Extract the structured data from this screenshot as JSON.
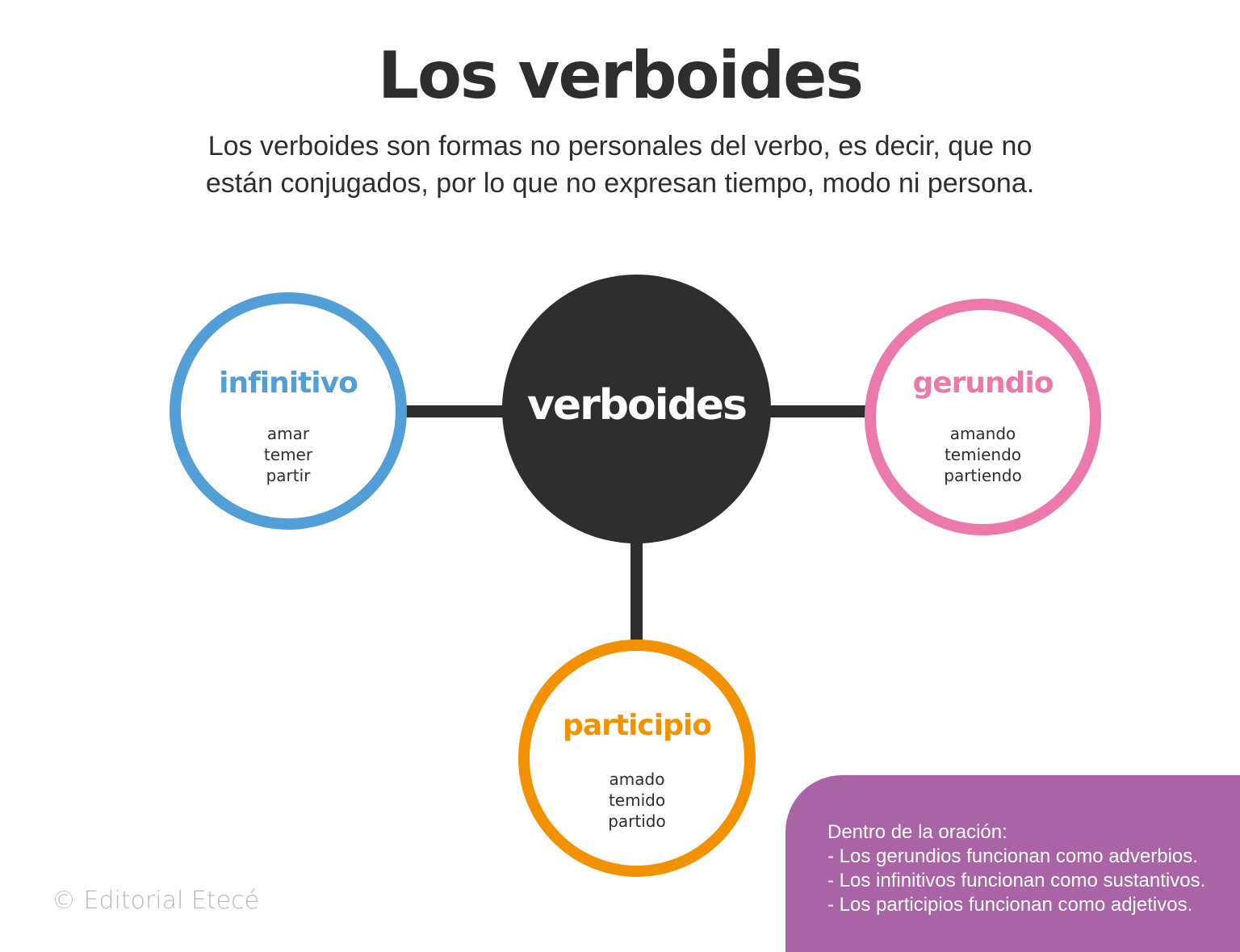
{
  "header": {
    "title": "Los verboides",
    "subtitle_line1": "Los verboides son formas no personales del verbo, es decir, que no",
    "subtitle_line2": "están conjugados, por lo que no expresan tiempo, modo ni persona."
  },
  "center": {
    "label": "verboides",
    "color": "#2e2e2e"
  },
  "nodes": {
    "infinitivo": {
      "label": "infinitivo",
      "color": "#529fd8",
      "examples": [
        "amar",
        "temer",
        "partir"
      ]
    },
    "gerundio": {
      "label": "gerundio",
      "color": "#ec79ab",
      "examples": [
        "amando",
        "temiendo",
        "partiendo"
      ]
    },
    "participio": {
      "label": "participio",
      "color": "#f29200",
      "examples": [
        "amado",
        "temido",
        "partido"
      ]
    }
  },
  "note": {
    "color": "#a964a5",
    "heading": "Dentro de la oración:",
    "items": [
      "- Los gerundios funcionan como adverbios.",
      "- Los infinitivos funcionan como sustantivos.",
      "- Los participios funcionan como adjetivos."
    ]
  },
  "footer": {
    "copyright": "© Editorial Etecé"
  }
}
